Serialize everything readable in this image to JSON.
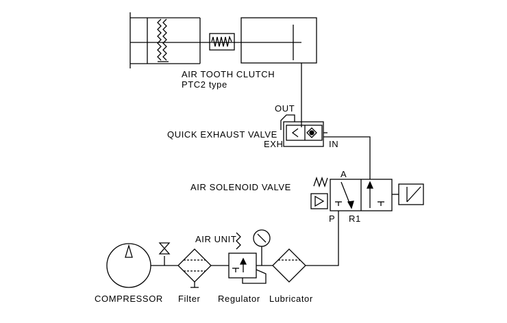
{
  "labels": {
    "clutch_title": "AIR TOOTH CLUTCH",
    "clutch_type": "PTC2 type",
    "out": "OUT",
    "quick_exhaust_valve": "QUICK EXHAUST VALVE",
    "exh": "EXH",
    "in": "IN",
    "port_a": "A",
    "solenoid_valve": "AIR SOLENOID VALVE",
    "port_p": "P",
    "port_r1": "R1",
    "air_unit": "AIR UNIT",
    "compressor": "COMPRESSOR",
    "filter": "Filter",
    "regulator": "Regulator",
    "lubricator": "Lubricator"
  },
  "colors": {
    "line": "#000000",
    "background": "#ffffff"
  }
}
